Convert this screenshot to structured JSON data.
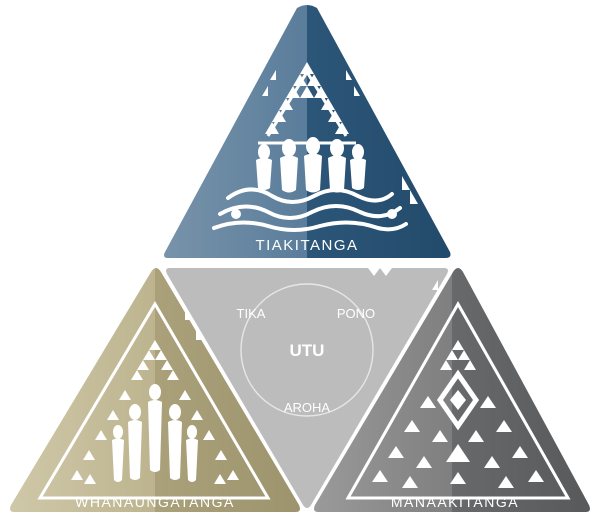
{
  "labels": {
    "top": "TIAKITANGA",
    "left": "WHANAUNGATANGA",
    "right": "MANAAKITANGA"
  },
  "center": {
    "core": "UTU",
    "values": {
      "tika": "TIKA",
      "pono": "PONO",
      "aroha": "AROHA"
    }
  },
  "colors": {
    "top_light": "#6d8aa4",
    "top_dark": "#244d70",
    "left_light": "#cdc5a4",
    "left_dark": "#a59c74",
    "right_light": "#909090",
    "right_dark": "#5e5f61",
    "center": "#bdbdbd"
  },
  "icons": {
    "top": "figures-and-waves-icon",
    "left": "whanau-figures-icon",
    "right": "diamond-pattern-icon",
    "center": "circle-ring-icon"
  }
}
